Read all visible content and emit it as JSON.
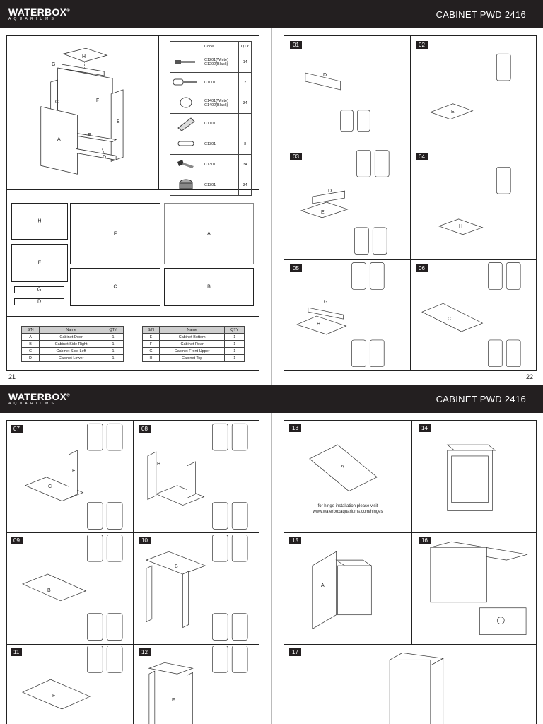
{
  "brand": {
    "name": "WATERBOX",
    "reg": "®",
    "sub": "AQUARIUMS"
  },
  "doc_title": "CABINET PWD 2416",
  "pages": {
    "left_top": "21",
    "right_top": "22"
  },
  "hardware": {
    "header": {
      "code": "Code",
      "qty": "QTY"
    },
    "rows": [
      {
        "icon": "cam-bolt-icon",
        "code1": "C1201(White)",
        "code2": "C1202(Black)",
        "qty": "14"
      },
      {
        "icon": "hinge-icon",
        "code1": "C1001",
        "code2": "",
        "qty": "2"
      },
      {
        "icon": "cover-cap-icon",
        "code1": "C1401(White)",
        "code2": "C1402(Black)",
        "qty": "34"
      },
      {
        "icon": "wooden-dowel-icon",
        "code1": "C1101",
        "code2": "",
        "qty": "1"
      },
      {
        "icon": "handle-icon",
        "code1": "C1301",
        "code2": "",
        "qty": "8"
      },
      {
        "icon": "screw-icon",
        "code1": "C1301",
        "code2": "",
        "qty": "34"
      },
      {
        "icon": "cam-lock-icon",
        "code1": "C1301",
        "code2": "",
        "qty": "34"
      }
    ]
  },
  "exploded_labels": [
    "H",
    "G",
    "C",
    "F",
    "B",
    "E",
    "A",
    "D"
  ],
  "layout_panels": {
    "H": "H",
    "F": "F",
    "A": "A",
    "E": "E",
    "C": "C",
    "B": "B",
    "G": "G",
    "D": "D"
  },
  "parts_table_left": {
    "header": [
      "S/N",
      "Name",
      "QTY"
    ],
    "rows": [
      [
        "A",
        "Cabinet Door",
        "1"
      ],
      [
        "B",
        "Cabinet Side Right",
        "1"
      ],
      [
        "C",
        "Cabinet Side Left",
        "1"
      ],
      [
        "D",
        "Cabinet Lower",
        "1"
      ]
    ]
  },
  "parts_table_right": {
    "header": [
      "S/N",
      "Name",
      "QTY"
    ],
    "rows": [
      [
        "E",
        "Cabinet Bottom",
        "1"
      ],
      [
        "F",
        "Cabinet Rear",
        "1"
      ],
      [
        "G",
        "Cabinet Front Upper",
        "1"
      ],
      [
        "H",
        "Cabinet Top",
        "1"
      ]
    ]
  },
  "steps": {
    "s01": "01",
    "s02": "02",
    "s03": "03",
    "s04": "04",
    "s05": "05",
    "s06": "06",
    "s07": "07",
    "s08": "08",
    "s09": "09",
    "s10": "10",
    "s11": "11",
    "s12": "12",
    "s13": "13",
    "s14": "14",
    "s15": "15",
    "s16": "16",
    "s17": "17"
  },
  "step_labels": {
    "s01": "D",
    "s02": "E",
    "s03_d": "D",
    "s03_e": "E",
    "s04": "H",
    "s05_g": "G",
    "s05_h": "H",
    "s06": "C",
    "s07_c": "C",
    "s07_e": "E",
    "s08": "H",
    "s09": "B",
    "s10": "B",
    "s11": "F",
    "s12": "F",
    "s13": "A",
    "s15": "A"
  },
  "hinge_note": {
    "line1": "for hinge installation please visit",
    "line2": "www.waterboxaquariums.com/hinges"
  }
}
